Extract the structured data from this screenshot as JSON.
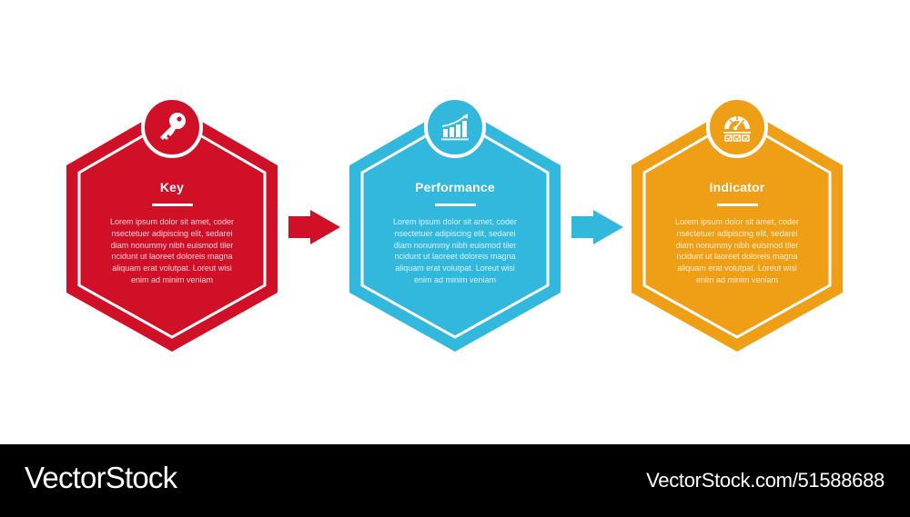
{
  "colors": {
    "red": "#D01027",
    "blue": "#32B8DD",
    "orange": "#EE9F16",
    "footer_bg": "#000000"
  },
  "steps": [
    {
      "title": "Key",
      "icon": "key-icon",
      "color": "#D01027",
      "body_lines": [
        "Lorem ipsum dolor sit amet, coder",
        "nsectetuer adipiscing elit, sedarei",
        "diam nonummy nibh euismod tiler",
        "ncidunt ut laoreet doloreis magna",
        "aliquam erat volutpat. Loreut wisi",
        "enim ad minim veniam"
      ]
    },
    {
      "title": "Performance",
      "icon": "growth-chart-icon",
      "color": "#32B8DD",
      "body_lines": [
        "Lorem ipsum dolor sit amet, coder",
        "nsectetuer adipiscing elit, sedarei",
        "diam nonummy nibh euismod tiler",
        "ncidunt ut laoreet doloreis magna",
        "aliquam erat volutpat. Loreut wisi",
        "enim ad minim veniam"
      ]
    },
    {
      "title": "Indicator",
      "icon": "gauge-checklist-icon",
      "color": "#EE9F16",
      "body_lines": [
        "Lorem ipsum dolor sit amet, coder",
        "nsectetuer adipiscing elit, sedarei",
        "diam nonummy nibh euismod tiler",
        "ncidunt ut laoreet doloreis magna",
        "aliquam erat volutpat. Loreut wisi",
        "enim ad minim veniam"
      ]
    }
  ],
  "arrows": [
    {
      "icon": "arrow-right-icon",
      "color": "#D01027"
    },
    {
      "icon": "arrow-right-icon",
      "color": "#32B8DD"
    }
  ],
  "footer": {
    "brand": "VectorStock",
    "url": "VectorStock.com/51588688"
  }
}
